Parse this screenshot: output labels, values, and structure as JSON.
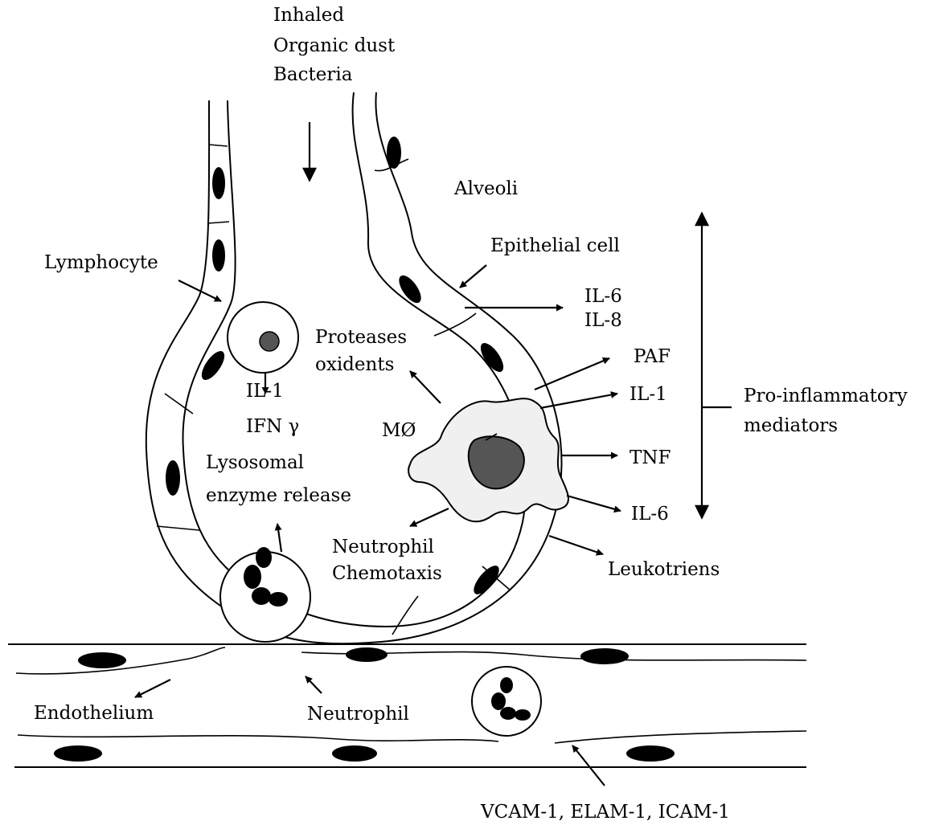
{
  "labels": {
    "inhaled_line1": "Inhaled",
    "inhaled_line2": "Organic dust",
    "inhaled_line3": "Bacteria",
    "alveoli": "Alveoli",
    "epithelial_cell": "Epithelial cell",
    "lymphocyte": "Lymphocyte",
    "il6_top": "IL-6",
    "il8": "IL-8",
    "proteases": "Proteases",
    "oxidents": "oxidents",
    "paf": "PAF",
    "il1_right": "IL-1",
    "pro_inflammatory_line1": "Pro-inflammatory",
    "pro_inflammatory_line2": "mediators",
    "il1_left": "IL-1",
    "ifn": "IFN γ",
    "macrophage": "MØ",
    "tnf": "TNF",
    "lysosomal_line1": "Lysosomal",
    "lysosomal_line2": "enzyme release",
    "il6_bottom": "IL-6",
    "neutrophil_chemotaxis_line1": "Neutrophil",
    "neutrophil_chemotaxis_line2": "Chemotaxis",
    "leukotriens": "Leukotriens",
    "endothelium": "Endothelium",
    "neutrophil": "Neutrophil",
    "adhesion_molecules": "VCAM-1, ELAM-1, ICAM-1"
  }
}
